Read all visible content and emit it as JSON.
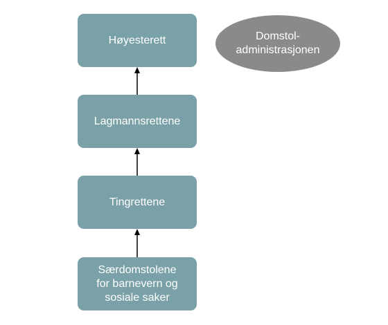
{
  "diagram": {
    "nodes": {
      "hoyesterett": "Høyesterett",
      "lagmannsrettene": "Lagmannsrettene",
      "tingrettene": "Tingrettene",
      "saerdomstolene": "Særdomstolene\nfor barnevern og\nsosiale saker"
    },
    "side_node": "Domstol-\nadministrasjonen",
    "colors": {
      "box": "#7aa1a7",
      "ellipse": "#8a8a8a",
      "arrow": "#000000",
      "text": "#ffffff"
    }
  }
}
